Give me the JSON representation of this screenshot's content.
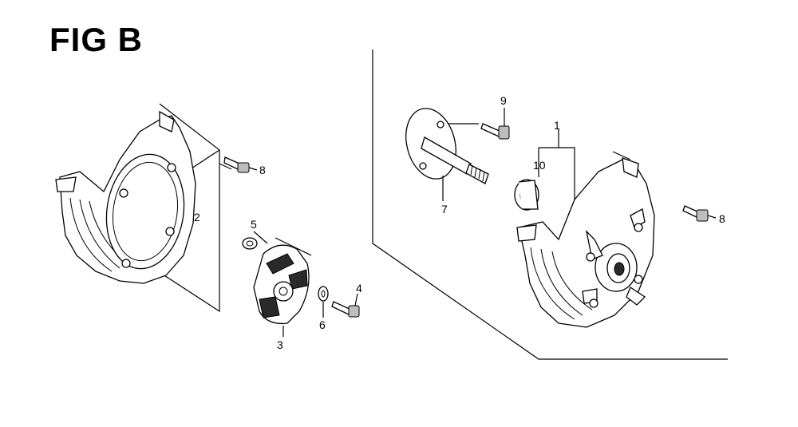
{
  "title": "FIG B",
  "callouts": {
    "c1": "1",
    "c2": "2",
    "c3": "3",
    "c4": "4",
    "c5": "5",
    "c6": "6",
    "c7": "7",
    "c8a": "8",
    "c8b": "8",
    "c9": "9",
    "c10": "10"
  }
}
